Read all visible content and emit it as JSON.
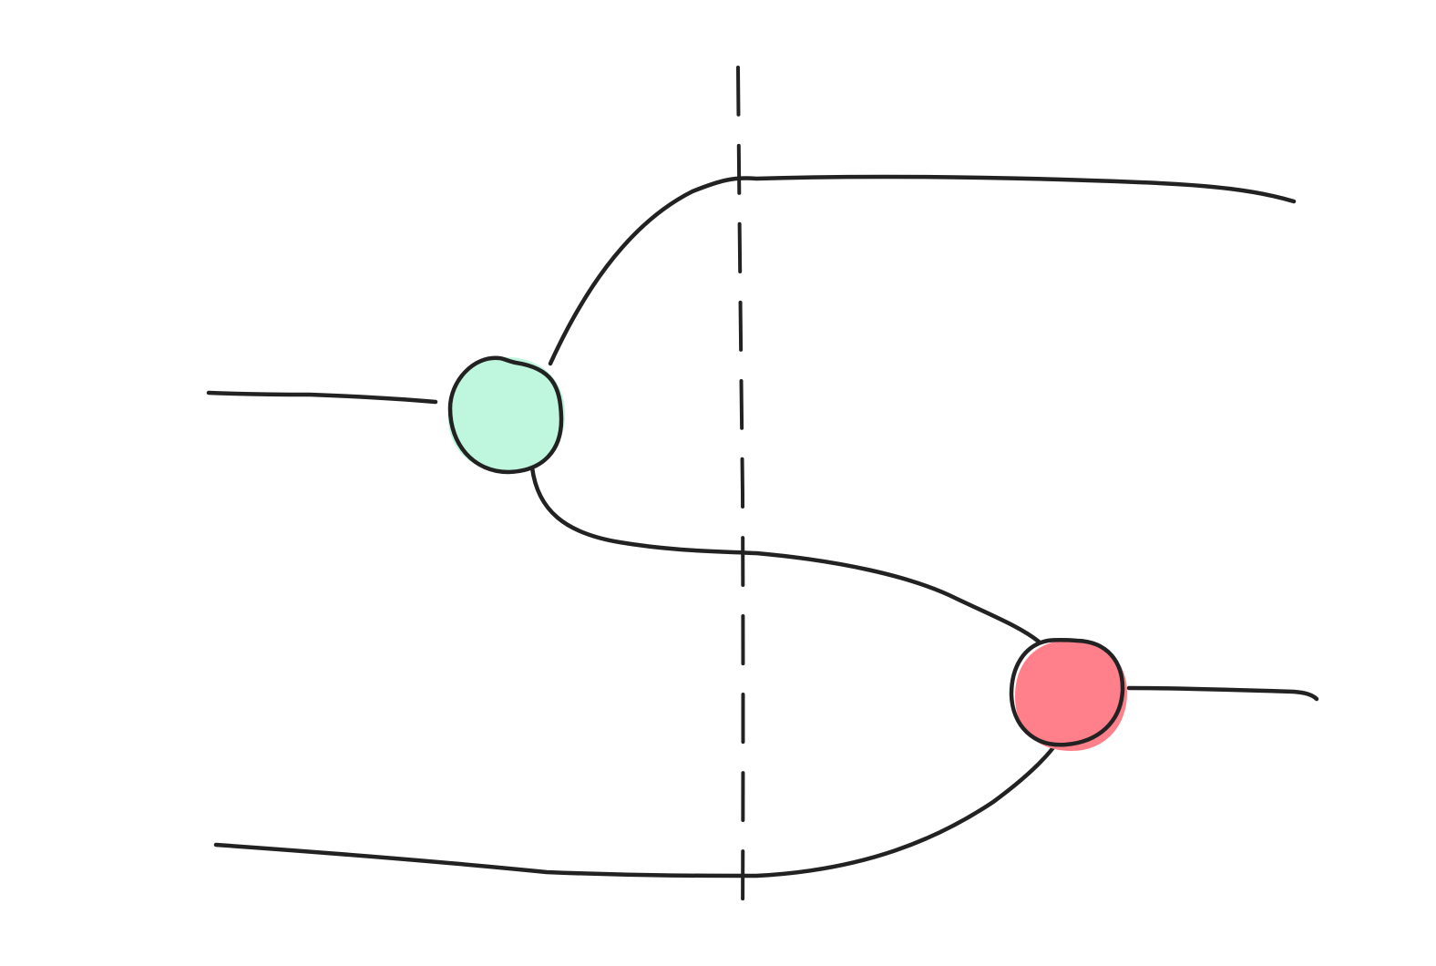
{
  "diagram": {
    "style": "hand-drawn sketch",
    "background": "#ffffff",
    "ink_color": "#222222",
    "nodes": [
      {
        "id": "branch-node",
        "kind": "split",
        "fill": "#bff6de"
      },
      {
        "id": "merge-node",
        "kind": "join",
        "fill": "#ff808a"
      }
    ],
    "wires": [
      {
        "id": "input-wire",
        "from": "left-edge",
        "to": "branch-node"
      },
      {
        "id": "upper-output-wire",
        "from": "branch-node",
        "to": "right-edge"
      },
      {
        "id": "cross-wire",
        "from": "branch-node",
        "to": "merge-node"
      },
      {
        "id": "lower-input-wire",
        "from": "left-edge",
        "to": "merge-node"
      },
      {
        "id": "merged-output-wire",
        "from": "merge-node",
        "to": "right-edge"
      }
    ],
    "divider": {
      "id": "cut-line",
      "style": "dashed",
      "orientation": "vertical"
    }
  }
}
